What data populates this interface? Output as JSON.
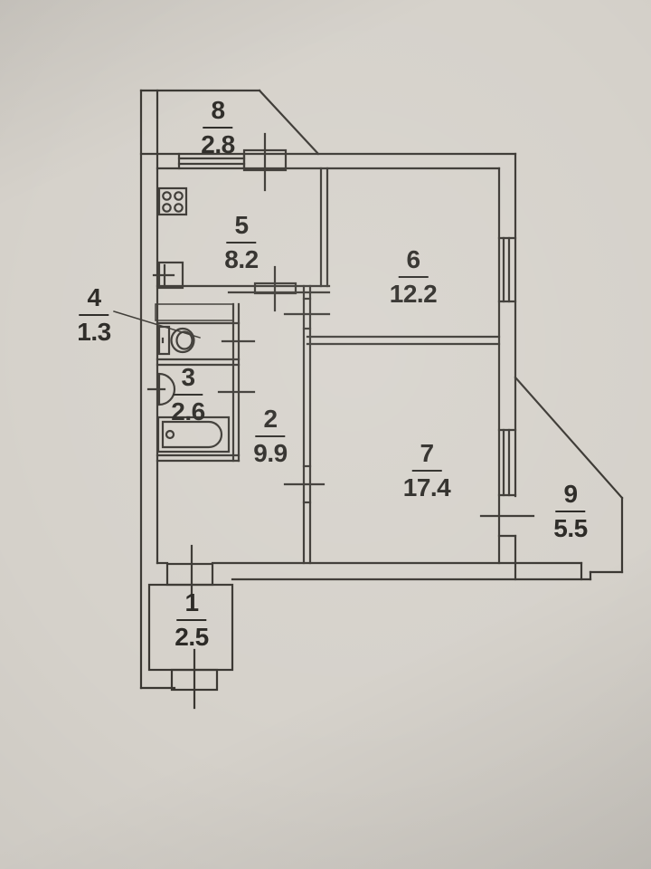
{
  "palette": {
    "paper": "#d5d1ca",
    "ink": "#37342f",
    "label_ink": "#272521"
  },
  "plan": {
    "type": "apartment-floor-plan",
    "rooms": [
      {
        "number": "1",
        "area": "2.5"
      },
      {
        "number": "2",
        "area": "9.9"
      },
      {
        "number": "3",
        "area": "2.6"
      },
      {
        "number": "4",
        "area": "1.3"
      },
      {
        "number": "5",
        "area": "8.2"
      },
      {
        "number": "6",
        "area": "12.2"
      },
      {
        "number": "7",
        "area": "17.4"
      },
      {
        "number": "8",
        "area": "2.8"
      },
      {
        "number": "9",
        "area": "5.5"
      }
    ],
    "fixtures": [
      "stove-icon",
      "kitchen-sink-icon",
      "toilet-icon",
      "washbasin-icon",
      "bathtub-icon"
    ]
  }
}
